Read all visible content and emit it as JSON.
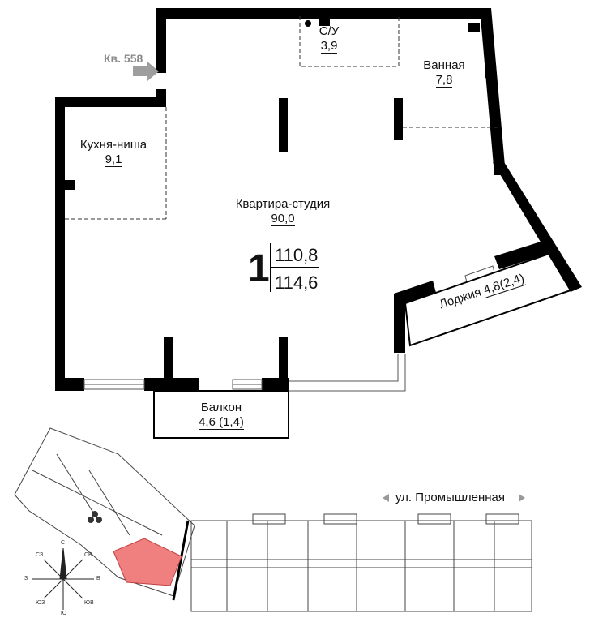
{
  "apartment": {
    "neighbor_label": "Кв. 558",
    "rooms": "1",
    "total_area": "110,8",
    "total_area_with_balconies": "114,6"
  },
  "rooms": {
    "bathroom_wc": {
      "name": "С/У",
      "area": "3,9"
    },
    "bathroom": {
      "name": "Ванная",
      "area": "7,8"
    },
    "kitchen_niche": {
      "name": "Кухня-ниша",
      "area": "9,1"
    },
    "studio": {
      "name": "Квартира-студия",
      "area": "90,0"
    },
    "loggia": {
      "name": "Лоджия",
      "area": "4,8(2,4)"
    },
    "balcony": {
      "name": "Балкон",
      "area": "4,6 (1,4)"
    }
  },
  "site_plan": {
    "street": "ул. Промышленная",
    "highlight_color": "#f08080"
  },
  "compass": {
    "labels": [
      "С",
      "Ю",
      "З",
      "В",
      "СЗ",
      "СВ",
      "ЮЗ",
      "ЮВ"
    ]
  }
}
